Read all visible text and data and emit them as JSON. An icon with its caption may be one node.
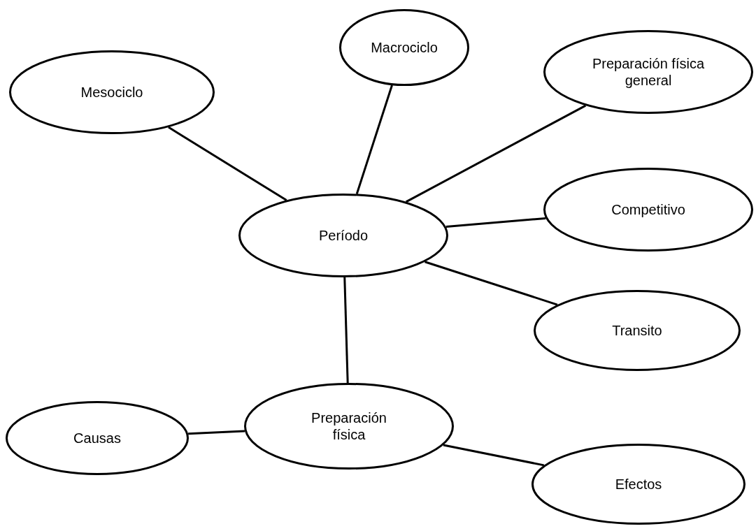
{
  "diagram": {
    "nodes": [
      {
        "text": [
          "Macrociclo"
        ]
      },
      {
        "text": [
          "Preparación física general"
        ]
      },
      {
        "text": [
          "Mesociclo"
        ]
      },
      {
        "text": [
          "Período"
        ]
      },
      {
        "text": [
          "Competitivo"
        ]
      },
      {
        "text": [
          "Transito"
        ]
      },
      {
        "text": [
          "Causas"
        ]
      },
      {
        "text": [
          "Preparación física"
        ]
      },
      {
        "text": [
          "Efectos"
        ]
      }
    ],
    "edges": [
      {
        "from": 0,
        "to": 3,
        "arrow": "none"
      },
      {
        "from": 2,
        "to": 3,
        "arrow": "none"
      },
      {
        "from": 3,
        "to": 1,
        "arrow": "none"
      },
      {
        "from": 3,
        "to": 4,
        "arrow": "none"
      },
      {
        "from": 3,
        "to": 5,
        "arrow": "none"
      },
      {
        "from": 3,
        "to": 7,
        "arrow": "none"
      },
      {
        "from": 6,
        "to": 7,
        "arrow": "none"
      },
      {
        "from": 7,
        "to": 8,
        "arrow": "none"
      }
    ]
  }
}
